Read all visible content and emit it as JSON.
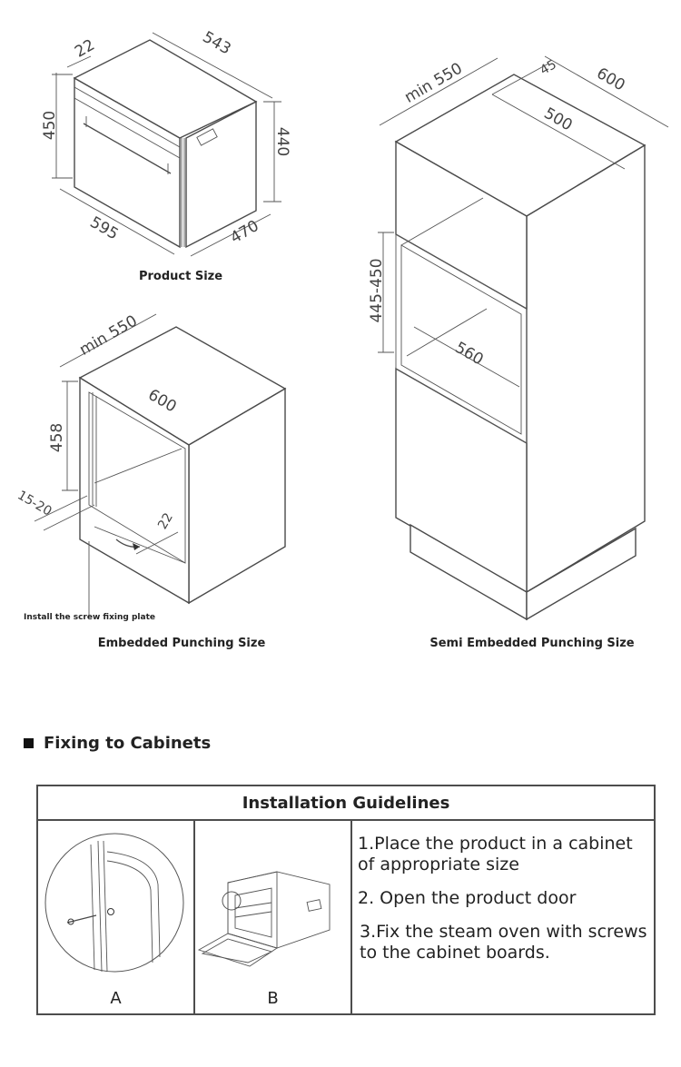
{
  "product_size": {
    "caption": "Product Size",
    "dims": {
      "depth_top": "543",
      "gap": "22",
      "height_left": "450",
      "height_right": "440",
      "width_front": "595",
      "depth_bottom": "470"
    }
  },
  "embedded": {
    "caption": "Embedded Punching Size",
    "note": "Install the screw fixing plate",
    "dims": {
      "min_depth": "min 550",
      "width": "600",
      "height": "458",
      "side": "15-20",
      "gap": "22"
    }
  },
  "semi_embedded": {
    "caption": "Semi Embedded Punching Size",
    "dims": {
      "min_depth": "min 550",
      "offset": "45",
      "depth": "600",
      "inner": "500",
      "height": "445-450",
      "width": "560"
    }
  },
  "section": {
    "heading": "Fixing to Cabinets"
  },
  "guide": {
    "title": "Installation Guidelines",
    "label_a": "A",
    "label_b": "B",
    "steps": [
      "1.Place the product in a cabinet of appropriate size",
      "2. Open the product door",
      "3.Fix the steam oven with screws to the cabinet boards."
    ]
  }
}
